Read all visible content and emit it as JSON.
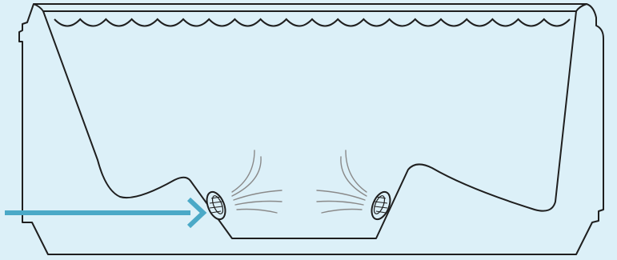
{
  "diagram": {
    "subject": "bathtub-cross-section-with-side-jets",
    "colors": {
      "background": "#dcf0f8",
      "outline": "#1f1f1f",
      "water_flow": "#8a8a8a",
      "pointer_arrow": "#4ba9c7"
    },
    "parts": [
      {
        "name": "outer-tub-shell"
      },
      {
        "name": "inner-basin"
      },
      {
        "name": "water-surface"
      },
      {
        "name": "left-jet-nozzle"
      },
      {
        "name": "right-jet-nozzle"
      },
      {
        "name": "left-jet-water-flow"
      },
      {
        "name": "right-jet-water-flow"
      },
      {
        "name": "pointer-arrow",
        "target": "left-jet-nozzle"
      }
    ]
  }
}
